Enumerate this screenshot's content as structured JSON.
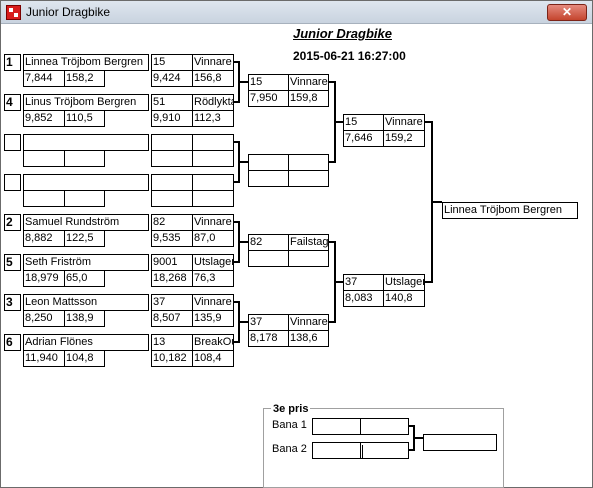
{
  "window": {
    "title": "Junior Dragbike",
    "close_glyph": "✕"
  },
  "header": {
    "title": "Junior Dragbike",
    "datetime": "2015-06-21 16:27:00"
  },
  "round1": [
    {
      "seed": "1",
      "name": "Linnea Tröjbom Bergren",
      "time": "7,844",
      "speed": "158,2",
      "num": "15",
      "status": "Vinnare",
      "time2": "9,424",
      "speed2": "156,8"
    },
    {
      "seed": "4",
      "name": "Linus Tröjbom Bergren",
      "time": "9,852",
      "speed": "110,5",
      "num": "51",
      "status": "Rödlykta",
      "time2": "9,910",
      "speed2": "112,3"
    },
    {
      "seed": "",
      "name": "",
      "time": "",
      "speed": "",
      "num": "",
      "status": "",
      "time2": "",
      "speed2": ""
    },
    {
      "seed": "",
      "name": "",
      "time": "",
      "speed": "",
      "num": "",
      "status": "",
      "time2": "",
      "speed2": ""
    },
    {
      "seed": "2",
      "name": "Samuel Rundström",
      "time": "8,882",
      "speed": "122,5",
      "num": "82",
      "status": "Vinnare",
      "time2": "9,535",
      "speed2": "87,0"
    },
    {
      "seed": "5",
      "name": "Seth Friström",
      "time": "18,979",
      "speed": "65,0",
      "num": "9001",
      "status": "Utslagen",
      "time2": "18,268",
      "speed2": "76,3"
    },
    {
      "seed": "3",
      "name": "Leon Mattsson",
      "time": "8,250",
      "speed": "138,9",
      "num": "37",
      "status": "Vinnare",
      "time2": "8,507",
      "speed2": "135,9"
    },
    {
      "seed": "6",
      "name": "Adrian Flönes",
      "time": "11,940",
      "speed": "104,8",
      "num": "13",
      "status": "BreakOut",
      "time2": "10,182",
      "speed2": "108,4"
    }
  ],
  "round2": [
    {
      "num": "15",
      "status": "Vinnare",
      "time": "7,950",
      "speed": "159,8"
    },
    {
      "num": "",
      "status": "",
      "time": "",
      "speed": ""
    },
    {
      "num": "82",
      "status": "Failstage",
      "time": "",
      "speed": ""
    },
    {
      "num": "37",
      "status": "Vinnare",
      "time": "8,178",
      "speed": "138,6"
    }
  ],
  "semis": [
    {
      "num": "15",
      "status": "Vinnare",
      "time": "7,646",
      "speed": "159,2"
    },
    {
      "num": "37",
      "status": "Utslagen",
      "time": "8,083",
      "speed": "140,8"
    }
  ],
  "winner": {
    "name": "Linnea Tröjbom Bergren"
  },
  "third_place": {
    "title": "3e pris",
    "lane1_label": "Bana 1",
    "lane2_label": "Bana 2",
    "lane1_a": "",
    "lane1_b": "",
    "lane2_a": "",
    "lane2_b": "",
    "result": ""
  }
}
